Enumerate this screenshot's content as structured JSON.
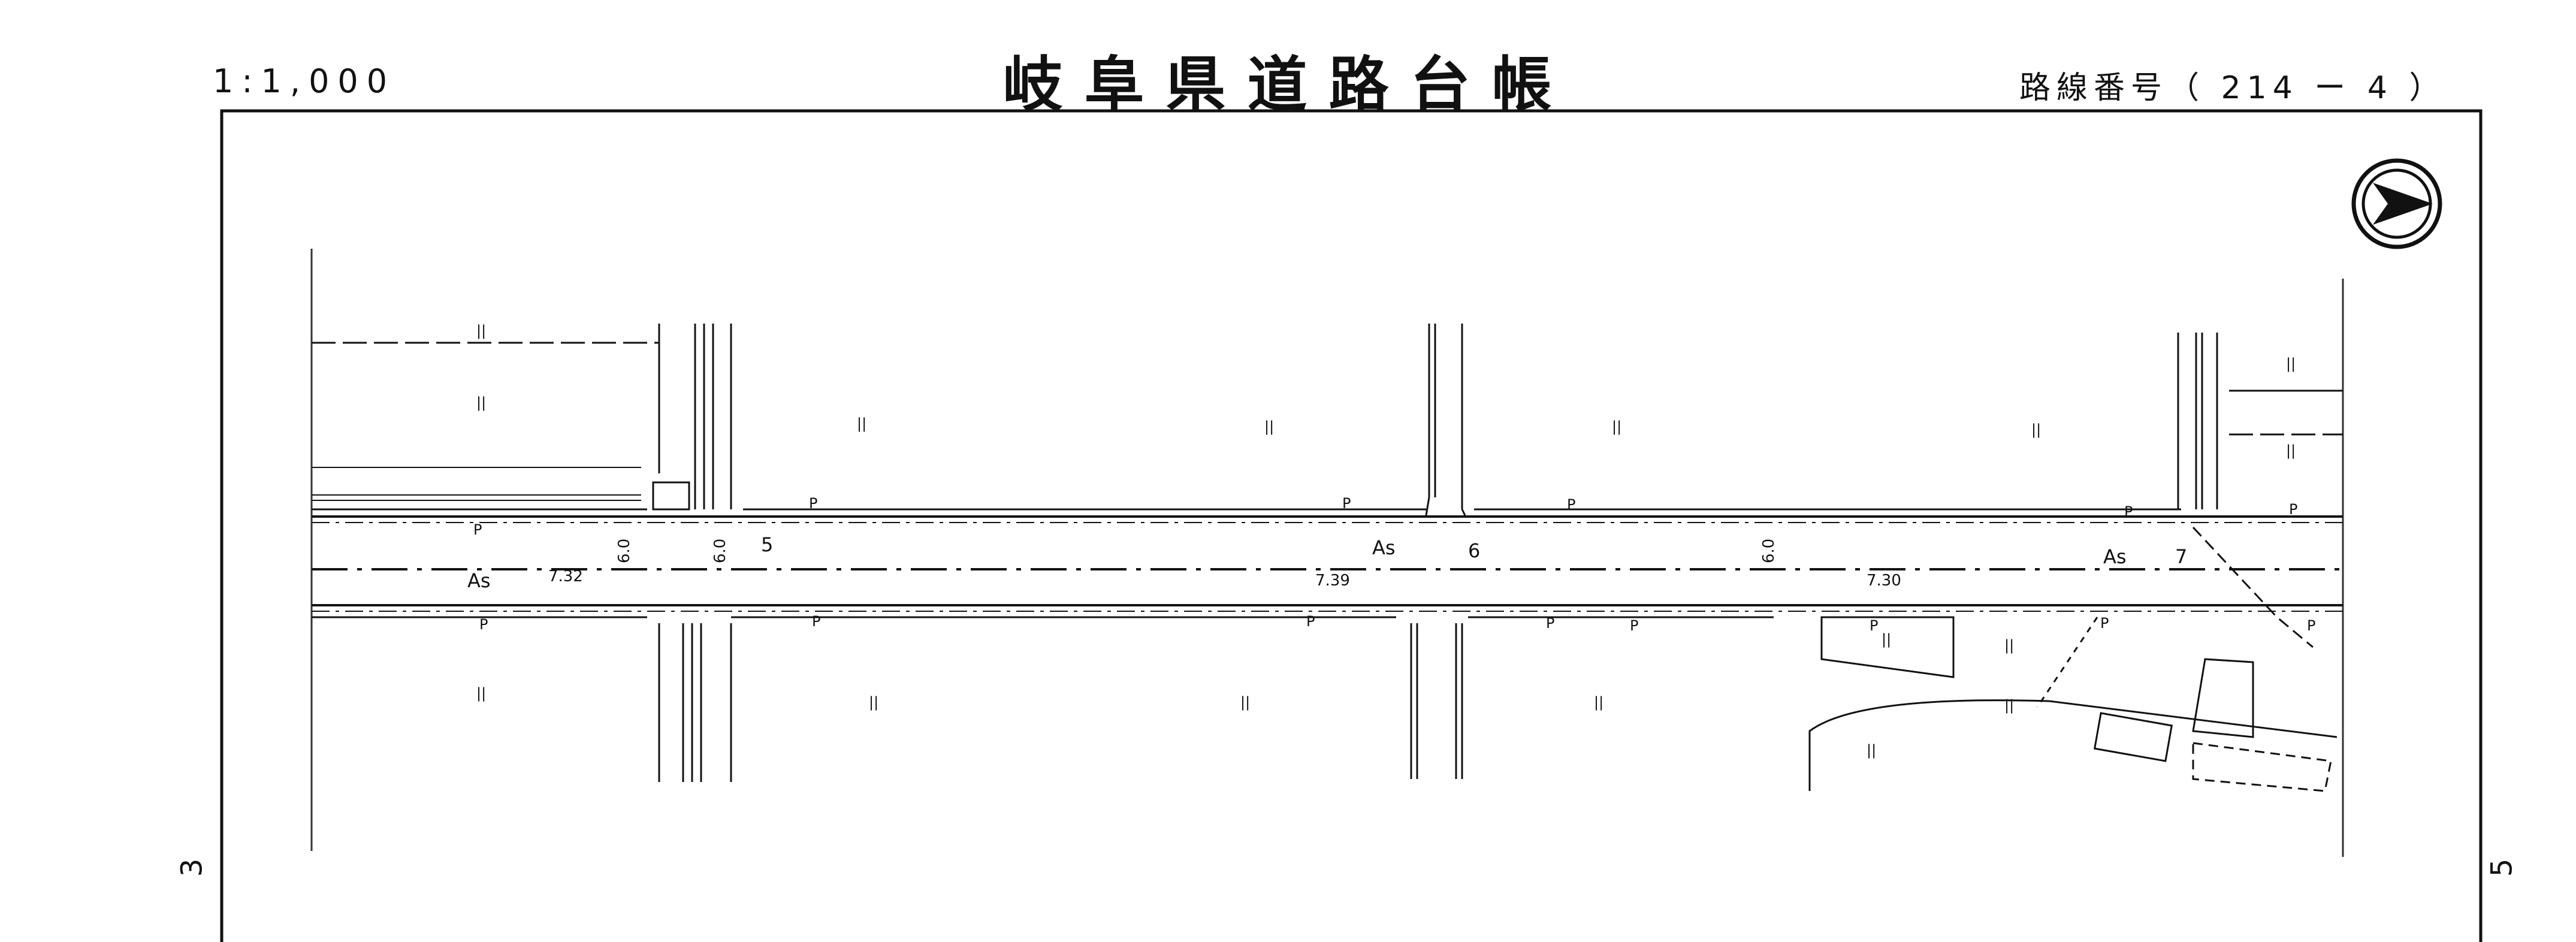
{
  "sheet": {
    "title": "岐阜県道路台帳",
    "scale_label": "1:1,000",
    "route_label": "路線番号（ 214 ー 4 ）"
  },
  "page_neighbors": {
    "left": "3",
    "right": "5"
  },
  "north_arrow": {
    "icon": "north-arrow-icon"
  },
  "stations": [
    "5",
    "6",
    "7"
  ],
  "widths": [
    "7.32",
    "7.39",
    "7.30"
  ],
  "road_widths_side": [
    "6.0",
    "6.0",
    "6.0"
  ],
  "surface_labels": [
    "As",
    "As",
    "As"
  ],
  "parking_labels": [
    "P",
    "P",
    "P",
    "P",
    "P",
    "P",
    "P",
    "P",
    "P",
    "P",
    "P",
    "P",
    "P",
    "P"
  ],
  "field_marks": [
    "||",
    "||",
    "||",
    "||",
    "||",
    "||",
    "||",
    "||",
    "||",
    "||",
    "||",
    "||",
    "||",
    "||",
    "||",
    "||"
  ]
}
